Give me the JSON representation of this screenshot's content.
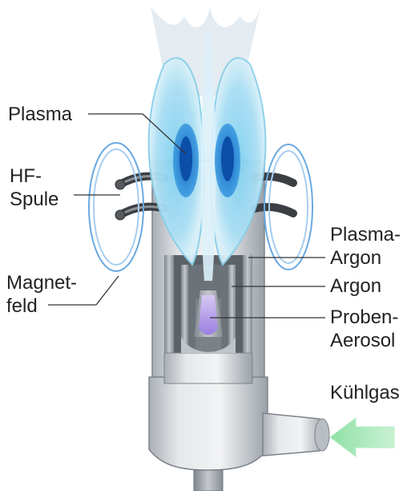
{
  "labels": {
    "plasma": "Plasma",
    "hf_spule_1": "HF-",
    "hf_spule_2": "Spule",
    "magnetfeld_1": "Magnet-",
    "magnetfeld_2": "feld",
    "plasma_argon_1": "Plasma-",
    "plasma_argon_2": "Argon",
    "argon": "Argon",
    "proben_aerosol_1": "Proben-",
    "proben_aerosol_2": "Aerosol",
    "kuehlgas": "Kühlgas"
  },
  "colors": {
    "flame_outer": "#bfe6f3",
    "flame_mid": "#6cc6ea",
    "flame_core": "#1e72c8",
    "torch_gray": "#c9cdd2",
    "torch_dark": "#8e959c",
    "magnet_field": "#6aa9e0",
    "aerosol": "#b79be8",
    "arrow_green": "#9ee8b0",
    "leader_line": "#333333"
  },
  "icons": {
    "gas_inlet_arrow": "arrow-left-icon"
  }
}
